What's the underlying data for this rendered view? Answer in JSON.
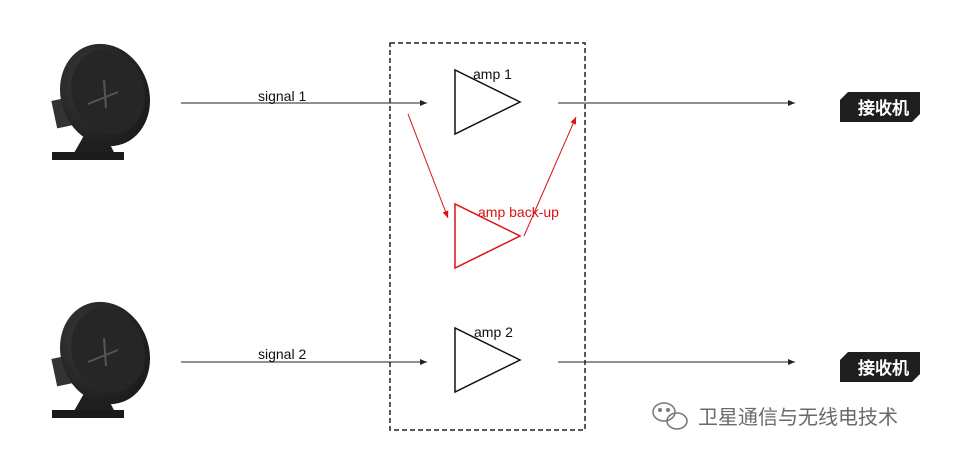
{
  "signals": [
    "signal 1",
    "signal 2"
  ],
  "amps": {
    "amp1": "amp 1",
    "backup": "amp back-up",
    "amp2": "amp 2"
  },
  "receivers": [
    "接收机",
    "接收机"
  ],
  "watermark": "卫星通信与无线电技术",
  "colors": {
    "line": "#222222",
    "backup": "#dd1111",
    "badge": "#1f1f1f",
    "dish": "#2a2a2a"
  },
  "icons": [
    "satellite-dish-icon",
    "wechat-icon"
  ]
}
